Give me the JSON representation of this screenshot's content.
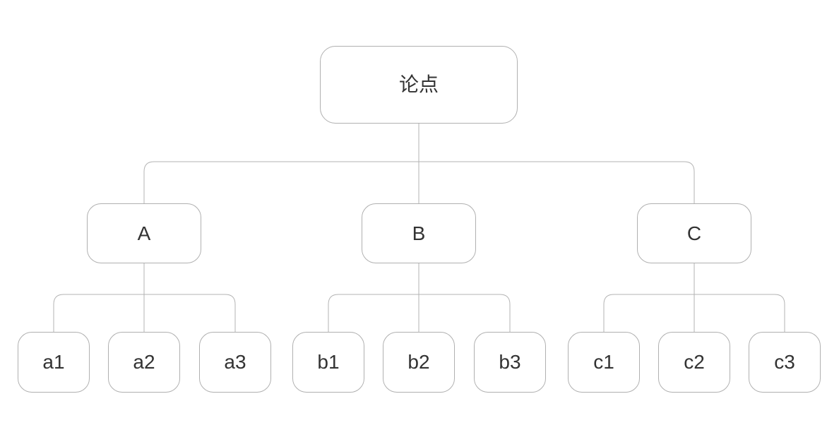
{
  "diagram": {
    "root": {
      "label": "论点"
    },
    "branches": [
      {
        "label": "A",
        "children": [
          {
            "label": "a1"
          },
          {
            "label": "a2"
          },
          {
            "label": "a3"
          }
        ]
      },
      {
        "label": "B",
        "children": [
          {
            "label": "b1"
          },
          {
            "label": "b2"
          },
          {
            "label": "b3"
          }
        ]
      },
      {
        "label": "C",
        "children": [
          {
            "label": "c1"
          },
          {
            "label": "c2"
          },
          {
            "label": "c3"
          }
        ]
      }
    ],
    "colors": {
      "background": "#ffffff",
      "node_border": "#b0b0b0",
      "connector_line": "#b3b3b3",
      "text": "#333333"
    }
  }
}
